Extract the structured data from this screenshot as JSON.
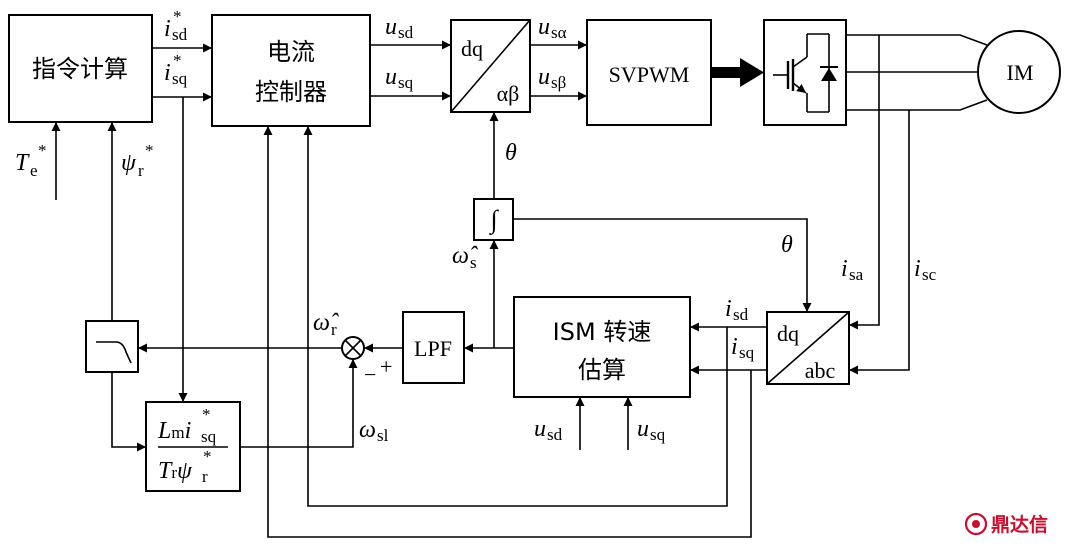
{
  "blocks": {
    "command_calc": "指令计算",
    "current_ctrl_l1": "电流",
    "current_ctrl_l2": "控制器",
    "park_dq": "dq",
    "park_ab": "αβ",
    "svpwm": "SVPWM",
    "motor": "IM",
    "ism_l1": "ISM 转速",
    "ism_l2": "估算",
    "lpf": "LPF",
    "clarke_dq": "dq",
    "clarke_abc": "abc",
    "integrator": "∫"
  },
  "labels": {
    "i": "i",
    "u": "u",
    "sd": "sd",
    "sq": "sq",
    "star": "*",
    "s_alpha": "sα",
    "s_beta": "sβ",
    "theta": "θ",
    "omega_hat": "ω̂",
    "s": "s",
    "r": "r",
    "sa": "sa",
    "sc": "sc",
    "omega": "ω",
    "sl": "sl",
    "T": "T",
    "e": "e",
    "psi": "ψ",
    "L": "L",
    "m": "m",
    "minus": "−",
    "plus": "+"
  },
  "watermark": {
    "text": "鼎达信",
    "color": "#c8102e"
  }
}
